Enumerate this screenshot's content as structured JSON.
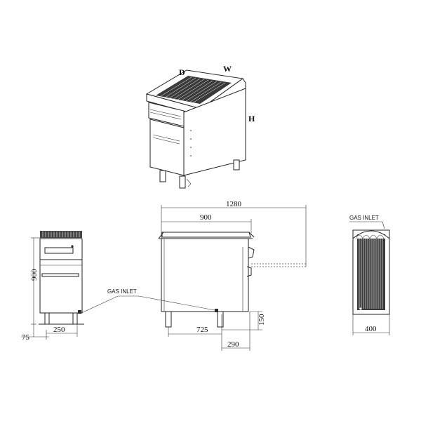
{
  "iso_labels": {
    "d": "D",
    "w": "W",
    "h": "H"
  },
  "dimensions": {
    "total_depth": "1280",
    "top_depth": "900",
    "height": "900",
    "foot_height": "75",
    "inlet_offset_front": "250",
    "inlet_offset_side": "725",
    "inlet_height": "150",
    "rear_offset": "290",
    "width": "400"
  },
  "callouts": {
    "gas_inlet_front": "GAS INLET",
    "gas_inlet_top": "GAS INLET"
  }
}
